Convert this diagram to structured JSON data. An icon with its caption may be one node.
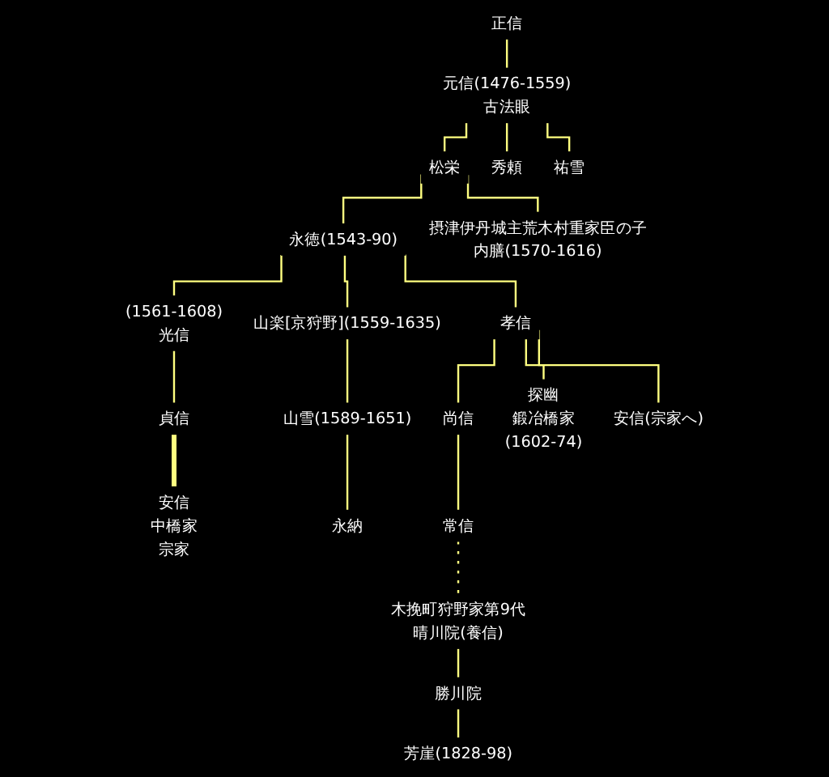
{
  "diagram": {
    "nodes": [
      {
        "text": [
          "正信"
        ]
      },
      {
        "text": [
          "元信(1476-1559)",
          "古法眼"
        ]
      },
      {
        "text": [
          "松栄"
        ]
      },
      {
        "text": [
          "秀頼"
        ]
      },
      {
        "text": [
          "祐雪"
        ]
      },
      {
        "text": [
          "永徳(1543-90)"
        ]
      },
      {
        "text": [
          "摂津伊丹城主荒木村重家臣の子",
          "内膳(1570-1616)"
        ]
      },
      {
        "text": [
          "(1561-1608)",
          "光信"
        ]
      },
      {
        "text": [
          "孝信"
        ]
      },
      {
        "text": [
          "山楽[京狩野](1559-1635)"
        ]
      },
      {
        "text": [
          "貞信"
        ]
      },
      {
        "text": [
          "山雪(1589-1651)"
        ]
      },
      {
        "text": [
          "安信",
          "中橋家",
          "宗家"
        ]
      },
      {
        "text": [
          "尚信"
        ]
      },
      {
        "text": [
          "探幽",
          "鍛冶橋家",
          "(1602-74)"
        ]
      },
      {
        "text": [
          "安信(宗家へ)"
        ]
      },
      {
        "text": [
          "永納"
        ]
      },
      {
        "text": [
          "常信"
        ]
      },
      {
        "text": [
          "木挽町狩野家第9代",
          "晴川院(養信)"
        ]
      },
      {
        "text": [
          "勝川院"
        ]
      },
      {
        "text": [
          "芳崖(1828-98)"
        ]
      }
    ],
    "edges": [
      {
        "from": 0,
        "to": 1,
        "arrow": "none"
      },
      {
        "from": 1,
        "to": 2,
        "arrow": "none"
      },
      {
        "from": 2,
        "to": 5,
        "arrow": "none"
      },
      {
        "from": 5,
        "to": 7,
        "arrow": "none"
      },
      {
        "from": 7,
        "to": 10,
        "arrow": "none"
      },
      {
        "from": 10,
        "to": 12,
        "arrow": "none",
        "style": "thick"
      },
      {
        "from": 5,
        "to": 8,
        "arrow": "none"
      },
      {
        "from": 8,
        "to": 13,
        "arrow": "none"
      },
      {
        "from": 13,
        "to": 17,
        "arrow": "none"
      },
      {
        "from": 17,
        "to": 18,
        "arrow": "none",
        "style": "dashed"
      },
      {
        "from": 18,
        "to": 19,
        "arrow": "none"
      },
      {
        "from": 19,
        "to": 20,
        "arrow": "none"
      },
      {
        "from": 8,
        "to": 14,
        "arrow": "none"
      },
      {
        "from": 8,
        "to": 15,
        "arrow": "none"
      },
      {
        "from": 5,
        "to": 9,
        "arrow": "none"
      },
      {
        "from": 9,
        "to": 11,
        "arrow": "none"
      },
      {
        "from": 11,
        "to": 16,
        "arrow": "none"
      },
      {
        "from": 2,
        "to": 6,
        "arrow": "none"
      },
      {
        "from": 1,
        "to": 3,
        "arrow": "none"
      },
      {
        "from": 1,
        "to": 4,
        "arrow": "none"
      }
    ]
  }
}
